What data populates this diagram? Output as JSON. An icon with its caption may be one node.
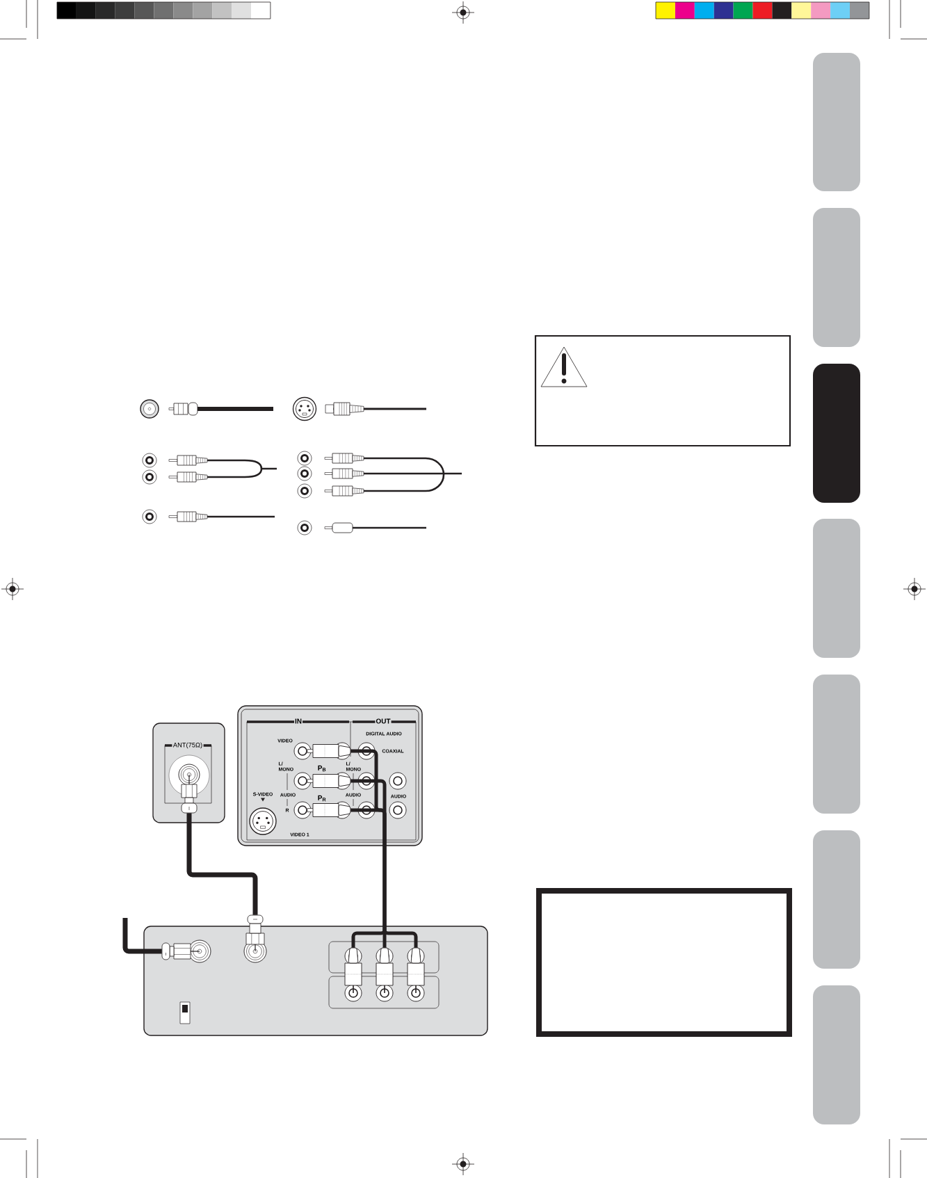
{
  "diagram": {
    "nodes": [
      {
        "text": [
          "ANT(75Ω)"
        ]
      },
      {
        "text": [],
        "shape": "picture",
        "in": 0
      },
      {
        "text": [],
        "shape": "box"
      },
      {
        "text": [],
        "shape": "picture",
        "in": 2
      },
      {
        "text": [],
        "shape": "picture",
        "in": 2
      },
      {
        "text": [],
        "shape": "picture",
        "in": 2
      },
      {
        "text": [],
        "shape": "box"
      },
      {
        "text": [],
        "shape": "picture",
        "in": 6
      },
      {
        "text": [],
        "shape": "picture",
        "in": 6
      },
      {
        "text": [],
        "shape": "picture",
        "in": 6
      },
      {
        "text": [],
        "shape": "picture",
        "in": 6
      },
      {
        "text": [],
        "shape": "picture",
        "in": 6
      },
      {
        "text": [],
        "shape": "box"
      },
      {
        "text": [],
        "shape": "box"
      },
      {
        "text": [],
        "shape": "circle"
      },
      {
        "text": [],
        "shape": "circle",
        "in": 2
      }
    ],
    "edges": [
      {
        "from": 1,
        "to": 8,
        "arrow": "none"
      },
      {
        "from": null,
        "to": 7,
        "arrow": "none"
      },
      {
        "from": 3,
        "to": 9,
        "arrow": "none"
      },
      {
        "from": 4,
        "to": 10,
        "arrow": "none"
      },
      {
        "from": 5,
        "to": 11,
        "arrow": "none"
      }
    ],
    "labels": [
      "IN",
      "OUT",
      "DIGITAL AUDIO",
      "VIDEO",
      "COAXIAL",
      "L/ MONO",
      "P$_{B}$",
      "L/ MONO",
      "S-VIDEO",
      "AUDIO",
      "AUDIO",
      "AUDIO",
      "P$_{R}$",
      "R",
      "VIDEO 1"
    ]
  }
}
